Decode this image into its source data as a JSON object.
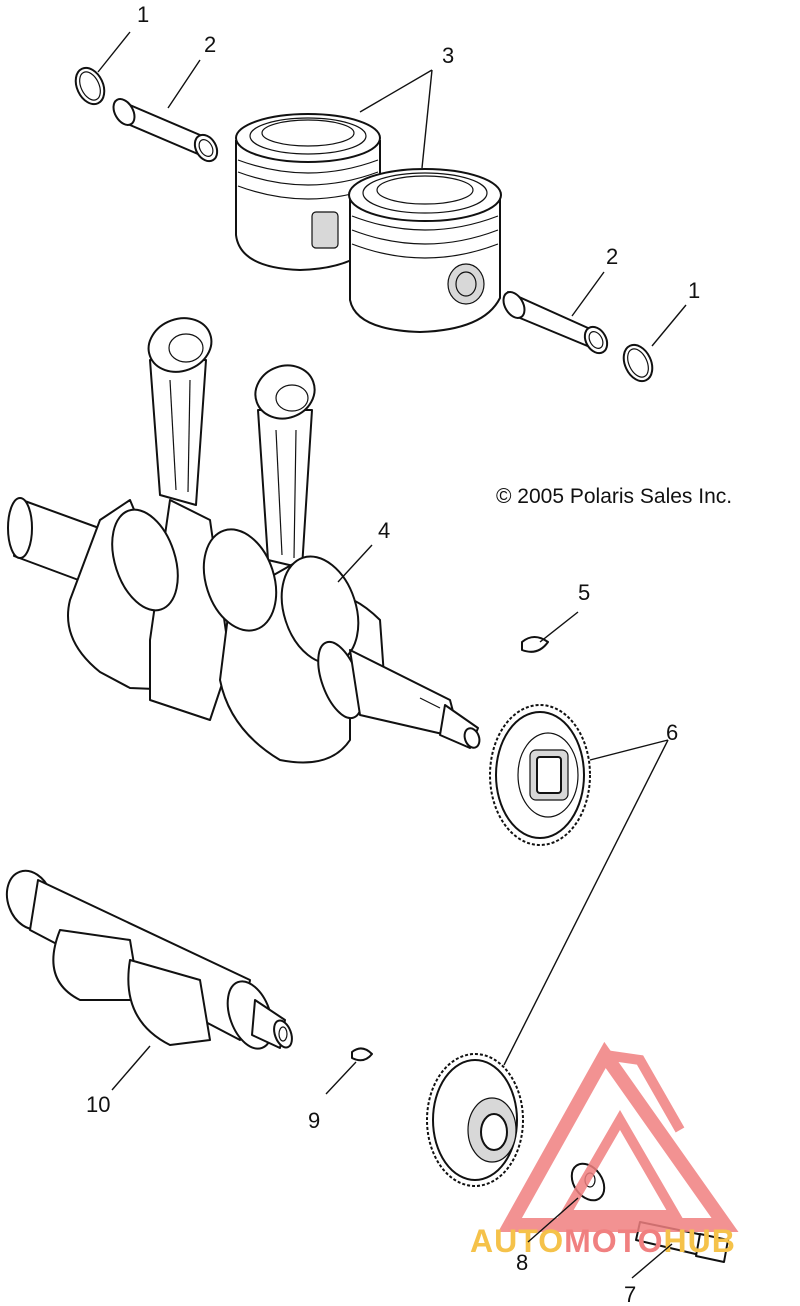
{
  "copyright": "© 2005 Polaris Sales Inc.",
  "callouts": [
    "1",
    "2",
    "3",
    "2",
    "1",
    "4",
    "5",
    "6",
    "7",
    "8",
    "9",
    "10"
  ],
  "watermark": {
    "text_left": "AUTO",
    "text_mid": "MOTO",
    "text_right": "HUB",
    "color_primary": "#f08080",
    "color_secondary": "#f5c24a"
  }
}
